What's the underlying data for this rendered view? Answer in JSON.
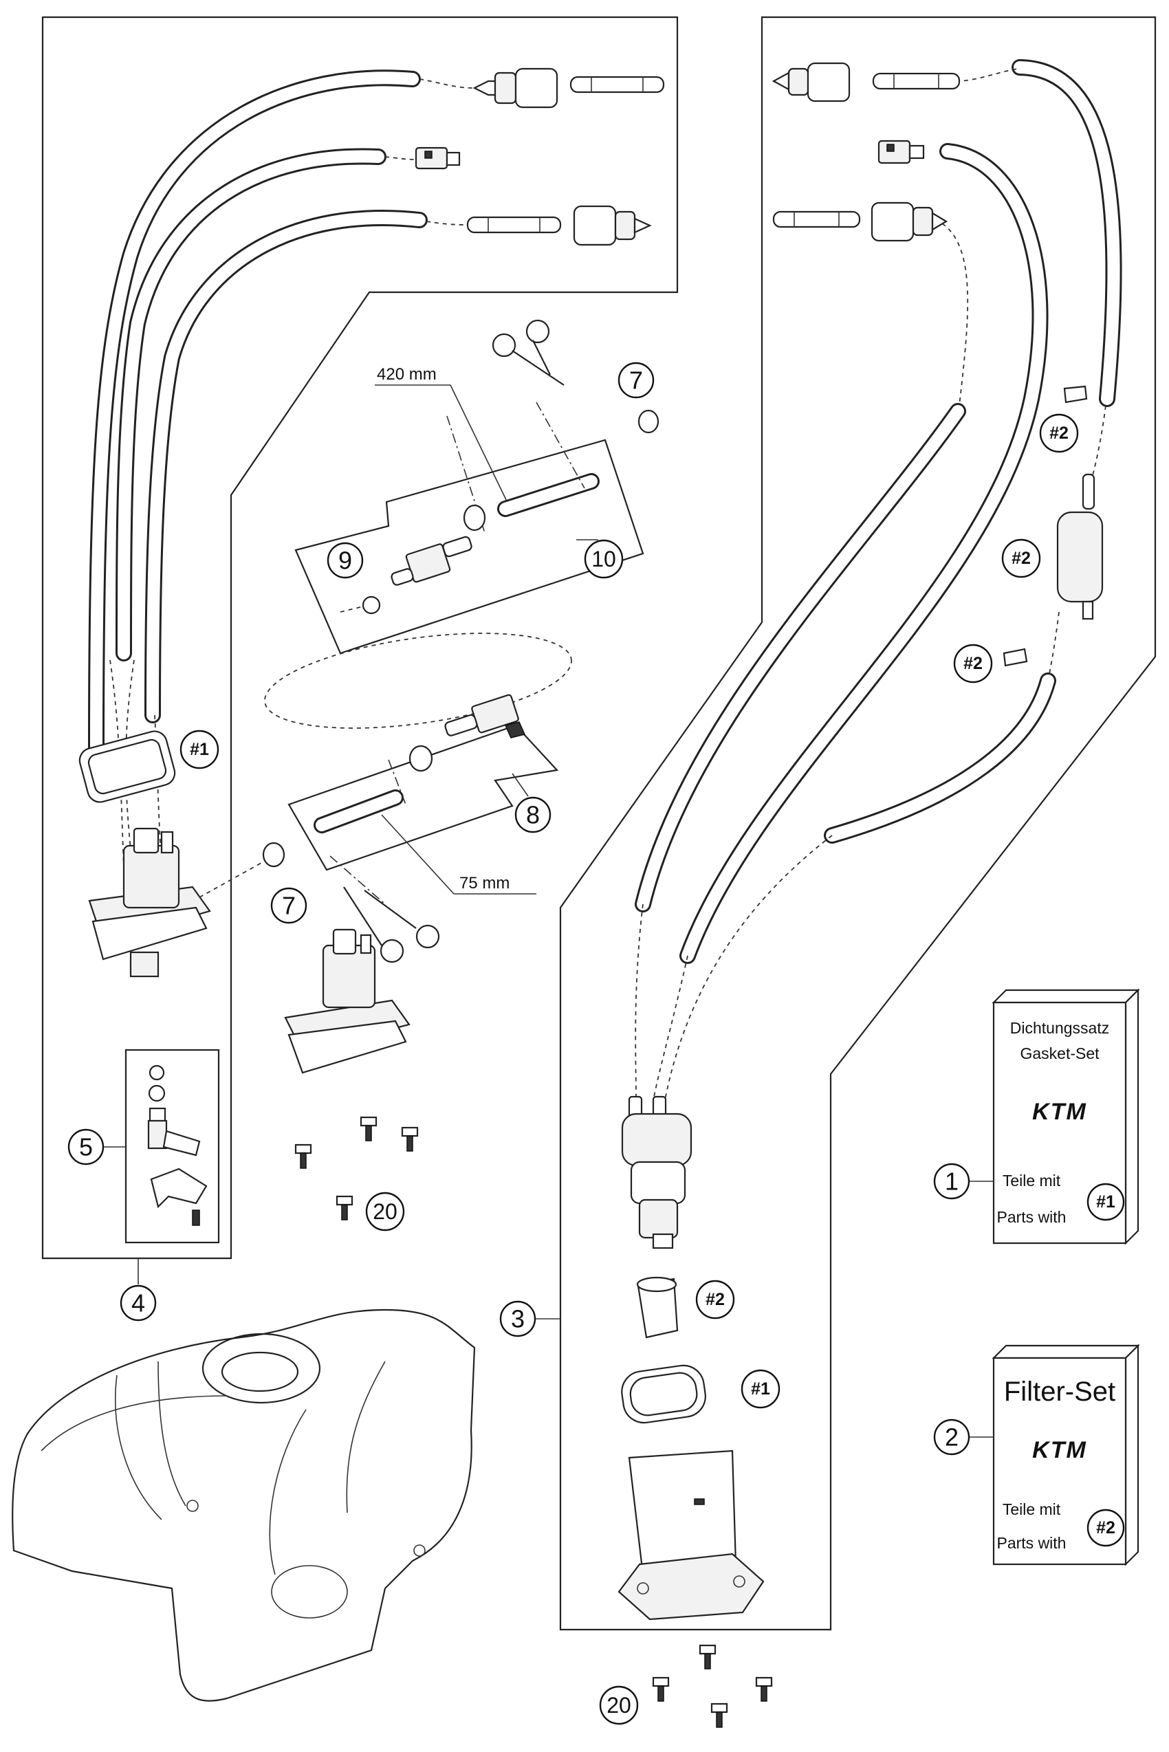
{
  "callouts": {
    "c1": "1",
    "c2": "2",
    "c3": "3",
    "c4": "4",
    "c5": "5",
    "c7a": "7",
    "c7b": "7",
    "c8": "8",
    "c9": "9",
    "c10": "10",
    "c20a": "20",
    "c20b": "20"
  },
  "refs": {
    "r1_gasket_frame": "#1",
    "r1_gasket_ring": "#1",
    "r2_strainer": "#2",
    "r2_filter": "#2",
    "r2_clip_top": "#2",
    "r2_clip_bottom": "#2"
  },
  "dimensions": {
    "hose_long": "420 mm",
    "hose_short": "75 mm"
  },
  "kit_gasket": {
    "title_de": "Dichtungssatz",
    "title_en": "Gasket-Set",
    "brand": "KTM",
    "parts_de": "Teile mit",
    "parts_en": "Parts with",
    "ref": "#1"
  },
  "kit_filter": {
    "title": "Filter-Set",
    "brand": "KTM",
    "parts_de": "Teile mit",
    "parts_en": "Parts with",
    "ref": "#2"
  }
}
